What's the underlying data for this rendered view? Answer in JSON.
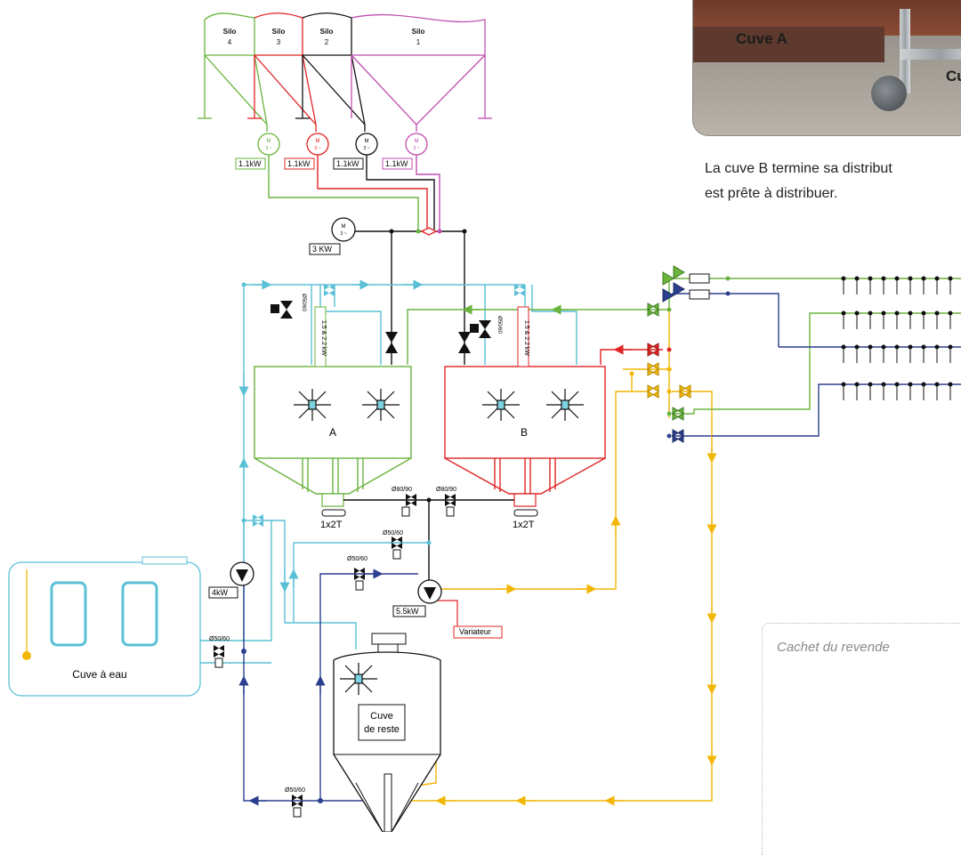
{
  "silos": [
    {
      "name": "Silo",
      "num": "4",
      "color": "#6ab43e"
    },
    {
      "name": "Silo",
      "num": "3",
      "color": "#e02424"
    },
    {
      "name": "Silo",
      "num": "2",
      "color": "#111111"
    },
    {
      "name": "Silo",
      "num": "1",
      "color": "#c04fb0"
    }
  ],
  "motor_symbol": {
    "m": "M",
    "phase": "3 ~"
  },
  "motor_powers": [
    "1.1kW",
    "1.1kW",
    "1.1kW",
    "1.1kW"
  ],
  "main_motor_power": "3 KW",
  "tanks": {
    "a": "A",
    "b": "B"
  },
  "agitator_power": "1.5 & 2.2 kW",
  "valve_dn_vertical": "Ø50/60",
  "outlet_label": "1x2T",
  "valve_labels": {
    "v_ab_left": "Ø80/90",
    "v_ab_right": "Ø80/90",
    "v_mid": "Ø50/60",
    "v_low": "Ø50/60",
    "v_water": "Ø50/60",
    "v_bottom": "Ø50/60"
  },
  "pump_water_power": "4kW",
  "pump_main_power": "5.5kW",
  "variator": "Variateur",
  "water_tank": "Cuve à eau",
  "rest_tank": {
    "line1": "Cuve",
    "line2": "de reste"
  },
  "photo": {
    "label_a": "Cuve A",
    "label_b": "Cu"
  },
  "caption": {
    "line1": "La cuve B termine sa distribut",
    "line2": "est prête à distribuer."
  },
  "stamp": "Cachet du revende",
  "colors": {
    "green": "#6ab43e",
    "red": "#e02424",
    "black": "#111111",
    "purple": "#c04fb0",
    "cyan": "#5bc0d6",
    "navy": "#2b3f8f",
    "yellow": "#f2b705"
  }
}
